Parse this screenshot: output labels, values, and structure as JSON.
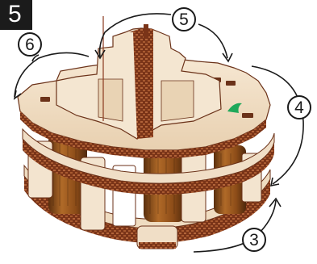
{
  "step": {
    "number": "5"
  },
  "callouts": [
    {
      "label": "6"
    },
    {
      "label": "5"
    },
    {
      "label": "4"
    },
    {
      "label": "3"
    }
  ],
  "colors": {
    "wood_light": "#f1dfc6",
    "wood_mid": "#e3c7a5",
    "edge_dark": "#6b3219",
    "edge_red": "#8a3a1e",
    "coil": "#9a5a1e",
    "coil_dark": "#5a2f0e",
    "marker": "#1fa85a",
    "ink": "#1a1a1a"
  },
  "icons": [
    "curved-arrow-icon",
    "green-marker-icon"
  ]
}
